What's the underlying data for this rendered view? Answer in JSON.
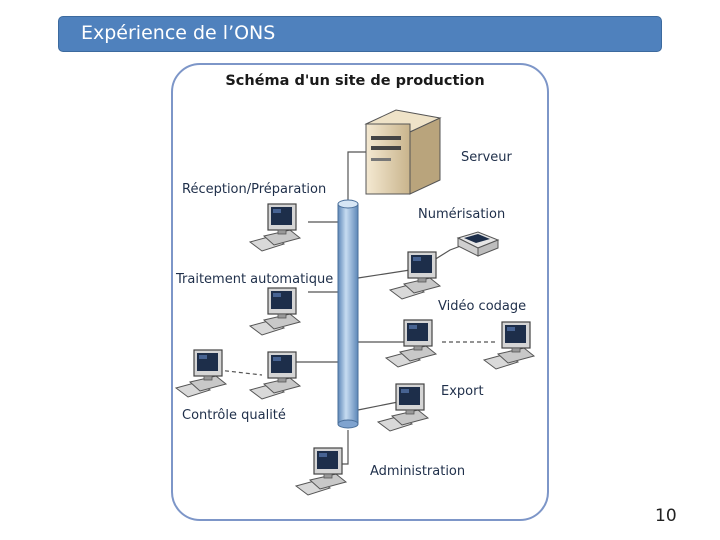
{
  "slide": {
    "title": "Expérience de l’ONS",
    "page_number": "10"
  },
  "diagram": {
    "title": "Schéma d'un site de production",
    "labels": {
      "serveur": "Serveur",
      "reception": "Réception/Préparation",
      "numerisation": "Numérisation",
      "traitement": "Traitement automatique",
      "video": "Vidéo codage",
      "controle": "Contrôle qualité",
      "export": "Export",
      "administration": "Administration"
    },
    "colors": {
      "frame": "#7d96c8",
      "bus": "#8fb3dc",
      "bus_edge": "#4a6f9a",
      "server": "#e7d7b6",
      "title_bar": "#4f81bd"
    }
  }
}
